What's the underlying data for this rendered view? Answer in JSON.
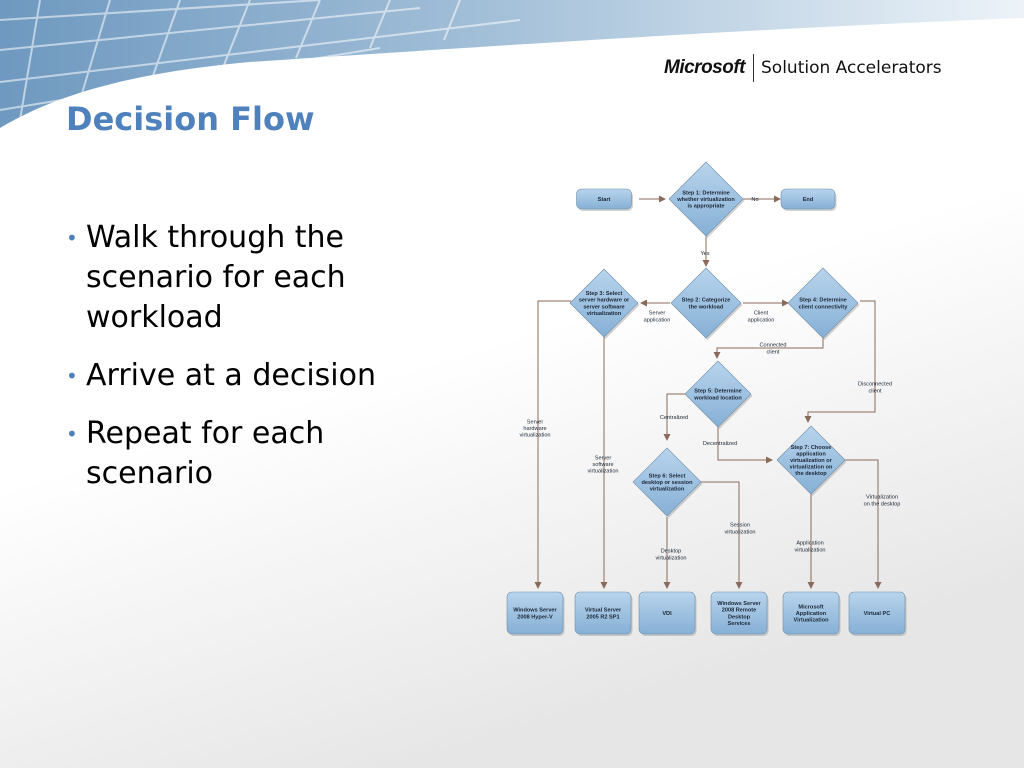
{
  "logo": {
    "brand": "Microsoft",
    "product": "Solution Accelerators"
  },
  "title": "Decision Flow",
  "bullets": [
    "Walk through the scenario for each workload",
    "Arrive at a decision",
    "Repeat for each scenario"
  ],
  "colors": {
    "accent": "#4f81bd",
    "node_fill": "#9cc2e2",
    "arrow": "#8a6a5a"
  },
  "flow": {
    "start": "Start",
    "end": "End",
    "step1": [
      "Step 1: Determine",
      "whether virtualization",
      "is appropriate"
    ],
    "step2": [
      "Step 2: Categorize",
      "the workload"
    ],
    "step3": [
      "Step 3: Select",
      "server hardware or",
      "server software",
      "virtualization"
    ],
    "step4": [
      "Step 4: Determine",
      "client connectivity"
    ],
    "step5": [
      "Step 5: Determine",
      "workload location"
    ],
    "step6": [
      "Step 6: Select",
      "desktop or session",
      "virtualization"
    ],
    "step7": [
      "Step 7: Choose",
      "application",
      "virtualization or",
      "virtualization on",
      "the desktop"
    ],
    "labels": {
      "no": "No",
      "yes": "Yes",
      "server_application": [
        "Server",
        "application"
      ],
      "client_application": [
        "Client",
        "application"
      ],
      "connected_client": [
        "Connected",
        "client"
      ],
      "disconnected_client": [
        "Disconnected",
        "client"
      ],
      "centralized": "Centralized",
      "decentralized": "Decentralized",
      "server_hardware_virtualization": [
        "Server",
        "hardware",
        "virtualization"
      ],
      "server_software_virtualization": [
        "Server",
        "software",
        "virtualization"
      ],
      "desktop_virtualization": [
        "Desktop",
        "virtualization"
      ],
      "session_virtualization": [
        "Session",
        "virtualization"
      ],
      "application_virtualization": [
        "Application",
        "virtualization"
      ],
      "virtualization_on_desktop": [
        "Virtualization",
        "on the desktop"
      ]
    },
    "outcomes": {
      "hyperv": [
        "Windows Server",
        "2008 Hyper-V"
      ],
      "virtual_server": [
        "Virtual Server",
        "2005 R2 SP1"
      ],
      "vdi": [
        "VDI"
      ],
      "rds": [
        "Windows Server",
        "2008 Remote",
        "Desktop",
        "Services"
      ],
      "app_virt": [
        "Microsoft",
        "Application",
        "Virtualization"
      ],
      "virtual_pc": [
        "Virtual PC"
      ]
    }
  }
}
